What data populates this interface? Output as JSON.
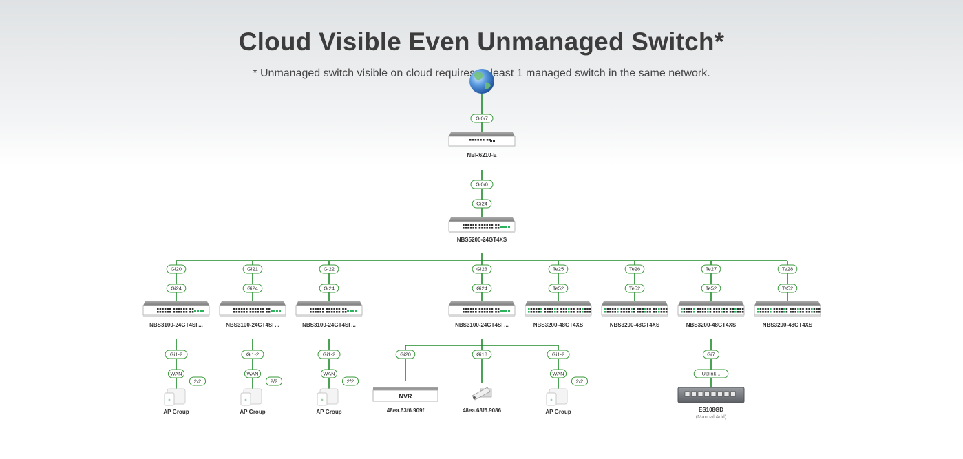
{
  "header": {
    "title": "Cloud Visible Even Unmanaged Switch*",
    "subtitle": "* Unmanaged switch visible on cloud requires at least 1 managed switch in the same network."
  },
  "colors": {
    "link": "#1e8a2a",
    "pill_border": "#3a9a3a",
    "device_body": "#ffffff",
    "device_top": "#8c8c8c",
    "port_green": "#2db35d"
  },
  "topology": {
    "internet": {
      "icon": "globe-icon",
      "port": "Gi0/7"
    },
    "gateway": {
      "name": "NBR6210-E",
      "port_down": "Gi0/0"
    },
    "core": {
      "name": "NBS5200-24GT4XS",
      "port_up": "Gi24"
    },
    "branches": [
      {
        "up": "Gi20",
        "down": "Gi24",
        "switch": "NBS3100-24GT4SF...",
        "type": "sw24"
      },
      {
        "up": "Gi21",
        "down": "Gi24",
        "switch": "NBS3100-24GT4SF...",
        "type": "sw24"
      },
      {
        "up": "Gi22",
        "down": "Gi24",
        "switch": "NBS3100-24GT4SF...",
        "type": "sw24"
      },
      {
        "up": "Gi23",
        "down": "Gi24",
        "switch": "NBS3100-24GT4SF...",
        "type": "sw24"
      },
      {
        "up": "Te25",
        "down": "Te52",
        "switch": "NBS3200-48GT4XS",
        "type": "sw48"
      },
      {
        "up": "Te26",
        "down": "Te52",
        "switch": "NBS3200-48GT4XS",
        "type": "sw48"
      },
      {
        "up": "Te27",
        "down": "Te52",
        "switch": "NBS3200-48GT4XS",
        "type": "sw48"
      },
      {
        "up": "Te28",
        "down": "Te52",
        "switch": "NBS3200-48GT4XS",
        "type": "sw48"
      }
    ],
    "ap_groups": [
      {
        "port": "Gi1-2",
        "wan": "WAN",
        "count": "2/2",
        "name": "AP Group"
      },
      {
        "port": "Gi1-2",
        "wan": "WAN",
        "count": "2/2",
        "name": "AP Group"
      },
      {
        "port": "Gi1-2",
        "wan": "WAN",
        "count": "2/2",
        "name": "AP Group"
      }
    ],
    "sub_branches": [
      {
        "port": "Gi20",
        "device": "NVR",
        "name": "48ea.63f6.909f"
      },
      {
        "port": "Gi18",
        "device": "camera",
        "name": "48ea.63f6.9086"
      },
      {
        "port": "Gi1-2",
        "wan": "WAN",
        "count": "2/2",
        "name": "AP Group"
      }
    ],
    "unmanaged": {
      "port": "Gi7",
      "uplink": "Uplink...",
      "name": "ES108GD",
      "note": "(Manual Add)"
    }
  }
}
